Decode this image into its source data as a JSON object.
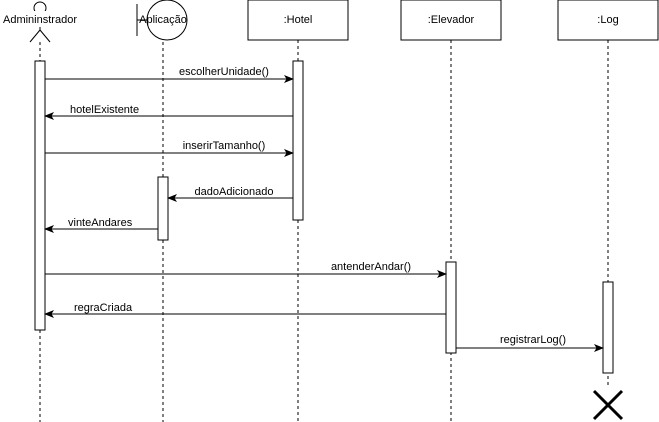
{
  "diagram": {
    "participants": {
      "admin": {
        "label": "Admininstrador",
        "kind": "actor"
      },
      "app": {
        "label": "Aplicação",
        "kind": "boundary"
      },
      "hotel": {
        "label": ":Hotel",
        "kind": "object"
      },
      "elevador": {
        "label": ":Elevador",
        "kind": "object"
      },
      "log": {
        "label": ":Log",
        "kind": "object"
      }
    },
    "messages": [
      {
        "label": "escolherUnidade()",
        "from": "admin",
        "to": "hotel",
        "style": "sync"
      },
      {
        "label": "hotelExistente",
        "from": "hotel",
        "to": "admin",
        "style": "return"
      },
      {
        "label": "inserirTamanho()",
        "from": "admin",
        "to": "hotel",
        "style": "sync"
      },
      {
        "label": "dadoAdicionado",
        "from": "hotel",
        "to": "app",
        "style": "return"
      },
      {
        "label": "vinteAndares",
        "from": "app",
        "to": "admin",
        "style": "return"
      },
      {
        "label": "antenderAndar()",
        "from": "admin",
        "to": "elevador",
        "style": "sync"
      },
      {
        "label": "regraCriada",
        "from": "elevador",
        "to": "admin",
        "style": "return"
      },
      {
        "label": "registrarLog()",
        "from": "elevador",
        "to": "log",
        "style": "sync"
      }
    ],
    "destroyed": "log",
    "colors": {
      "stroke": "#000000",
      "background": "#ffffff"
    }
  }
}
